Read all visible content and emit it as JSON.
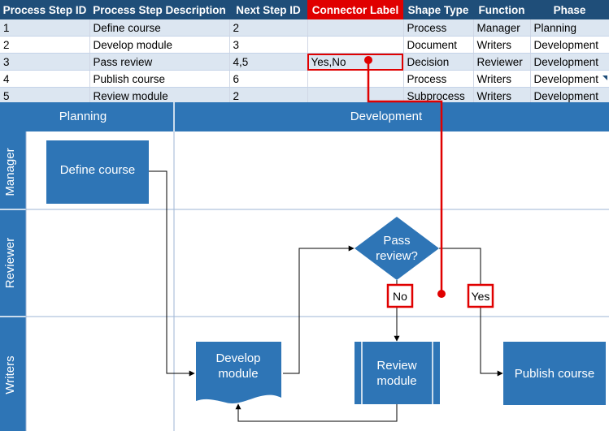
{
  "table": {
    "columns": [
      "Process Step ID",
      "Process Step Description",
      "Next Step ID",
      "Connector Label",
      "Shape Type",
      "Function",
      "Phase"
    ],
    "highlight_column": "Connector Label",
    "rows": [
      [
        "1",
        "Define course",
        "2",
        "",
        "Process",
        "Manager",
        "Planning"
      ],
      [
        "2",
        "Develop module",
        "3",
        "",
        "Document",
        "Writers",
        "Development"
      ],
      [
        "3",
        "Pass review",
        "4,5",
        "Yes,No",
        "Decision",
        "Reviewer",
        "Development"
      ],
      [
        "4",
        "Publish course",
        "6",
        "",
        "Process",
        "Writers",
        "Development"
      ],
      [
        "5",
        "Review module",
        "2",
        "",
        "Subprocess",
        "Writers",
        "Development"
      ]
    ]
  },
  "diagram": {
    "phases": [
      "Planning",
      "Development"
    ],
    "lanes": [
      "Manager",
      "Reviewer",
      "Writers"
    ],
    "shapes": {
      "define_course": [
        "Define course"
      ],
      "develop_module": [
        "Develop",
        "module"
      ],
      "pass_review": [
        "Pass",
        "review?"
      ],
      "review_module": [
        "Review",
        "module"
      ],
      "publish_course": [
        "Publish course"
      ]
    },
    "connector_labels": {
      "no": "No",
      "yes": "Yes"
    }
  },
  "colors": {
    "header": "#1f4e79",
    "highlight": "#e00000",
    "shape_fill": "#2e75b6",
    "lane_band": "#2e75b6",
    "row_band": "#dce6f1"
  }
}
